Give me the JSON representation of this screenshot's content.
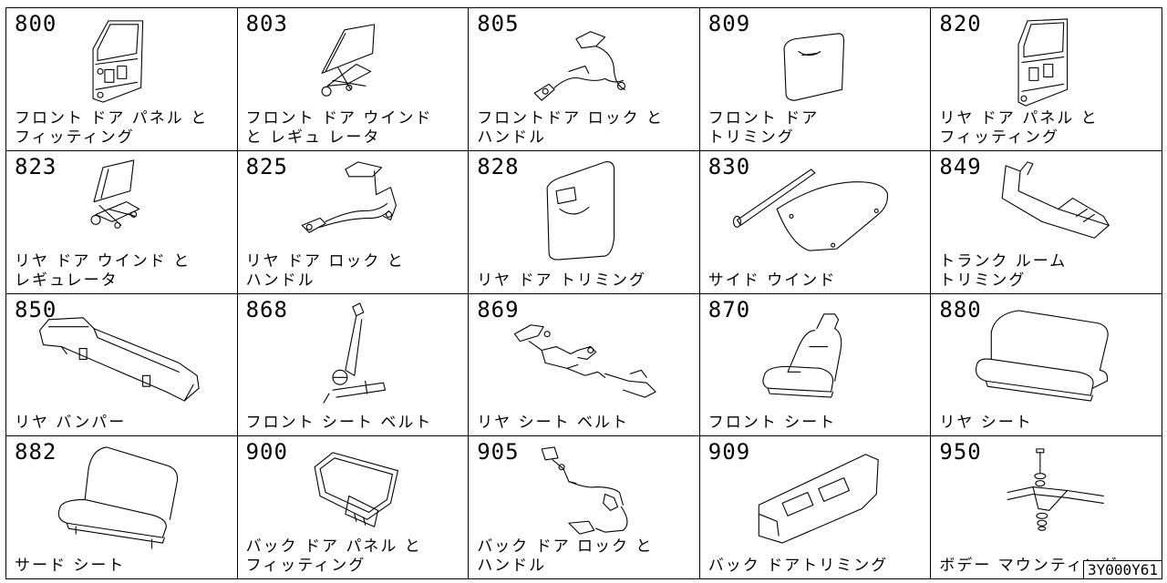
{
  "parts": [
    {
      "code": "800",
      "label": "フロント ドア パネル と\nフィッティング",
      "icon": "front-door-panel-icon"
    },
    {
      "code": "803",
      "label": "フロント ドア ウインド\nと レギュ レータ",
      "icon": "front-window-regulator-icon"
    },
    {
      "code": "805",
      "label": "フロントドア ロック と\nハンドル",
      "icon": "front-door-lock-icon"
    },
    {
      "code": "809",
      "label": "フロント ドア\nトリミング",
      "icon": "front-door-trim-icon"
    },
    {
      "code": "820",
      "label": "リヤ ドア パネル と\nフィッティング",
      "icon": "rear-door-panel-icon"
    },
    {
      "code": "823",
      "label": "リヤ ドア ウインド と\nレギュレータ",
      "icon": "rear-window-regulator-icon"
    },
    {
      "code": "825",
      "label": "リヤ ドア ロック と\nハンドル",
      "icon": "rear-door-lock-icon"
    },
    {
      "code": "828",
      "label": "リヤ ドア トリミング",
      "icon": "rear-door-trim-icon"
    },
    {
      "code": "830",
      "label": "サイド ウインド",
      "icon": "side-window-icon"
    },
    {
      "code": "849",
      "label": "トランク ルーム\nトリミング",
      "icon": "trunk-trim-icon"
    },
    {
      "code": "850",
      "label": "リヤ バンパー",
      "icon": "rear-bumper-icon"
    },
    {
      "code": "868",
      "label": "フロント シート ベルト",
      "icon": "front-seat-belt-icon"
    },
    {
      "code": "869",
      "label": "リヤ シート ベルト",
      "icon": "rear-seat-belt-icon"
    },
    {
      "code": "870",
      "label": "フロント シート",
      "icon": "front-seat-icon"
    },
    {
      "code": "880",
      "label": "リヤ シート",
      "icon": "rear-seat-icon"
    },
    {
      "code": "882",
      "label": "サード シート",
      "icon": "third-seat-icon"
    },
    {
      "code": "900",
      "label": "バック ドア パネル と\nフィッティング",
      "icon": "back-door-panel-icon"
    },
    {
      "code": "905",
      "label": "バック ドア ロック と\nハンドル",
      "icon": "back-door-lock-icon"
    },
    {
      "code": "909",
      "label": "バック ドアトリミング",
      "icon": "back-door-trim-icon"
    },
    {
      "code": "950",
      "label": "ボデー マウンティング",
      "icon": "body-mounting-icon"
    }
  ],
  "diagram_code": "3Y000Y61"
}
